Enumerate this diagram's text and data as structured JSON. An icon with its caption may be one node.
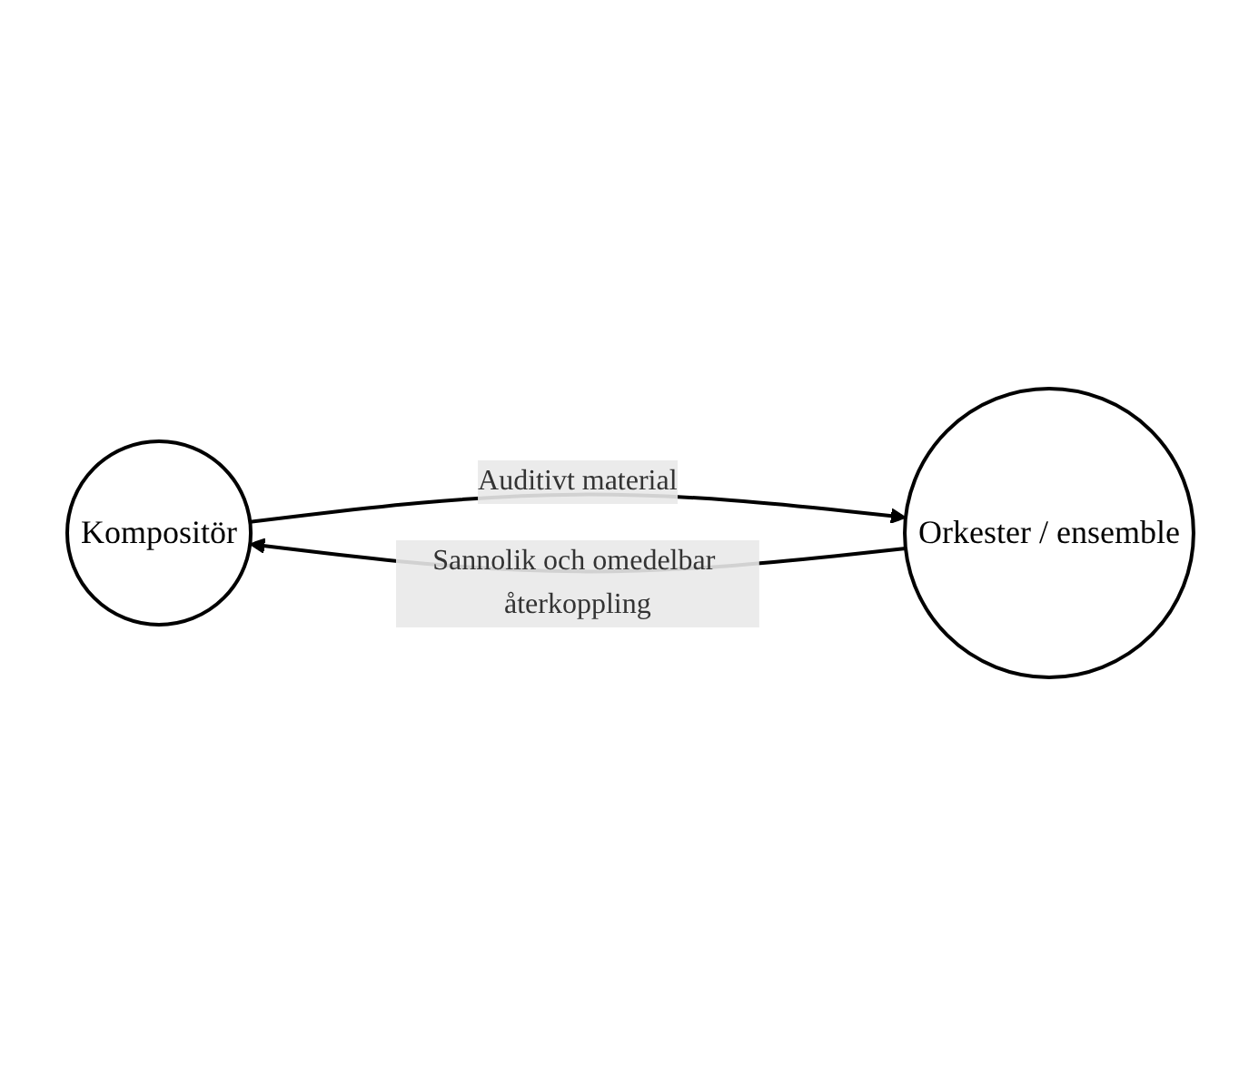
{
  "diagram": {
    "nodes": [
      {
        "text": [
          "Kompositör"
        ]
      },
      {
        "text": [
          "Orkester / ensemble"
        ]
      }
    ],
    "edges": [
      {
        "from": 0,
        "to": 1,
        "arrow": "to",
        "label": "Auditivt material"
      },
      {
        "from": 1,
        "to": 0,
        "arrow": "to",
        "label": "Sannolik och omedelbar återkoppling"
      }
    ]
  }
}
